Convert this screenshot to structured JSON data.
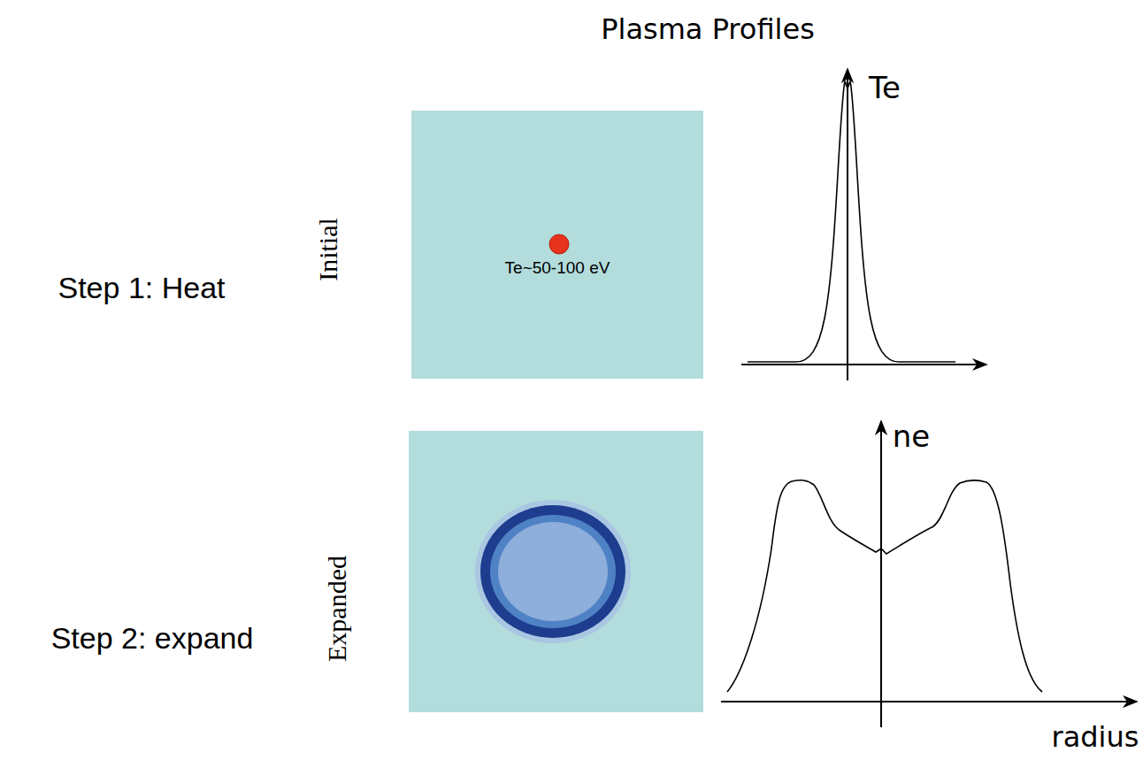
{
  "diagram": {
    "title": "Plasma Profiles",
    "nodes": [
      {
        "text": [
          "Te~50-100 eV"
        ]
      }
    ],
    "labels": [
      "Step 1: Heat",
      "Initial",
      "Te",
      "Step 2: expand",
      "Expanded",
      "ne",
      "radius"
    ]
  }
}
